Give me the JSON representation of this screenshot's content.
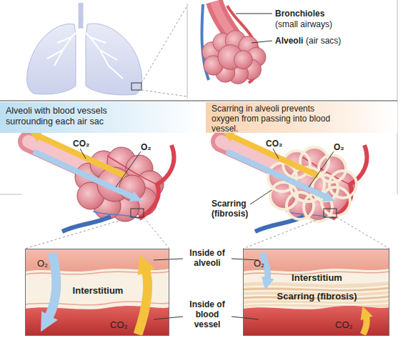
{
  "diagram": {
    "nodes": [
      {
        "text": [
          "Alveoli with blood vessels surrounding each air sac"
        ]
      },
      {
        "text": [
          "Scarring in alveoli prevents oxygen from passing into blood vessel."
        ]
      },
      {
        "text": [
          "O₂",
          "Interstitium",
          "CO₂"
        ]
      },
      {
        "text": [
          "O₂",
          "Interstitium",
          "Scarring (fibrosis)",
          "CO₂"
        ]
      }
    ],
    "labels": [
      "Bronchioles",
      "(small airways)",
      "Alveoli",
      "(air sacs)",
      "CO₂",
      "O₂",
      "CO₂",
      "O₂",
      "Scarring (fibrosis)",
      "Inside of alveoli",
      "Inside of blood vessel"
    ]
  }
}
